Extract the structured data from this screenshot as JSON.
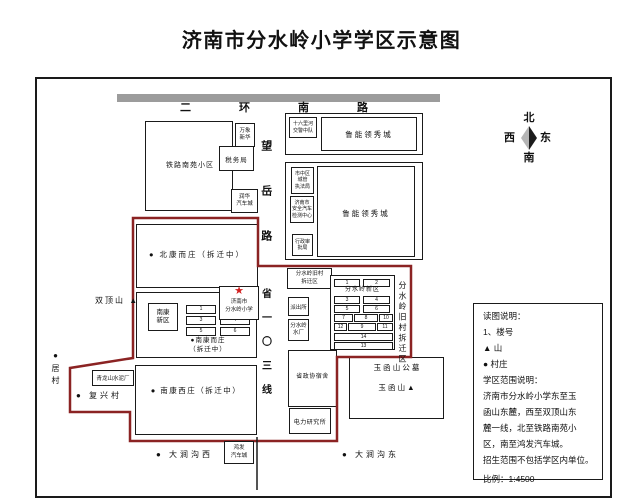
{
  "title": "济南市分水岭小学学区示意图",
  "compass": {
    "n": "北",
    "s": "南",
    "e": "东",
    "w": "西"
  },
  "roads": {
    "erhuan_nan": "二环南路",
    "wangyue": "望岳路",
    "s103": "省一〇三线"
  },
  "nw": {
    "tielu": "铁路南苑小区",
    "wanxiang": "万象\n新华",
    "shuiwu": "税务局",
    "runhua": "润华\n汽车城"
  },
  "ne": {
    "jiaojing": "十六里河\n交警中队",
    "luneng1": "鲁能领秀城",
    "chengguan": "市中区\n城管\n执法局",
    "jiance": "济南市\n安全汽车\n检测中心",
    "shenpi": "行政审\n批局",
    "luneng2": "鲁能领秀城"
  },
  "west": {
    "beikang": "● 北康而庄（拆迁中）",
    "shuangding": "双顶山 ▲",
    "nankang_label": "南康\n新区",
    "nankang_bars": [
      "1",
      "2",
      "3",
      "4",
      "5",
      "6"
    ],
    "nankang_village": "●南康而庄\n（拆迁中）",
    "nankang_west": "● 南康西庄（拆迁中）",
    "fuxing": "● 复兴村",
    "shuini": "青龙山水泥厂",
    "jucun": "●居村"
  },
  "school": {
    "star": "★",
    "name": "济南市\n分水岭小学"
  },
  "fsl": {
    "old_label": "分水岭旧村\n拆迁区",
    "old_vert": "分水岭旧村拆迁区",
    "new_label": "分水岭新区",
    "bars": [
      "1",
      "2",
      "3",
      "4",
      "5",
      "6",
      "7",
      "8",
      "10",
      "12",
      "9",
      "11",
      "14",
      "13"
    ],
    "paichusuo": "派出所",
    "shuichang": "分水岭\n水厂",
    "zhengxie": "省政协宿舍",
    "dianli": "电力研究所"
  },
  "south": {
    "yuhan_cemetery": "玉 函 山 公 墓",
    "yuhan": "玉 函 山 ▲",
    "dajiangou_w": "● 大涧沟西",
    "dajiangou_e": "● 大涧沟东",
    "hongfa": "鸿发\n汽车城"
  },
  "legend": {
    "lines": [
      "读图说明：",
      "1、楼号",
      "▲  山",
      "●  村庄",
      "学区范围说明：",
      "济南市分水岭小学东至玉",
      "函山东麓，西至双顶山东",
      "麓一线，北至铁路南苑小",
      "区，南至鸿发汽车城。",
      "招生范围不包括学区内单位。",
      "比例：1:4500"
    ]
  }
}
